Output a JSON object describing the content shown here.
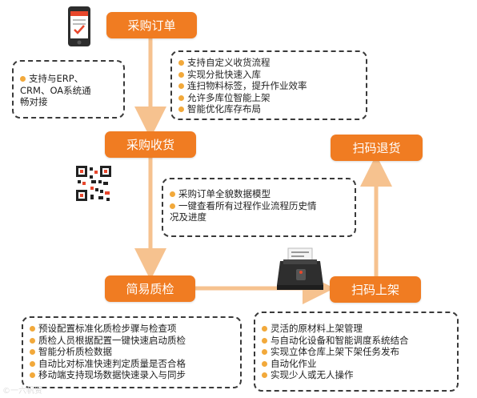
{
  "nodes": {
    "purchase_order": "采购订单",
    "purchase_receipt": "采购收货",
    "simple_qc": "简易质检",
    "scan_shelving": "扫码上架",
    "scan_return": "扫码退货"
  },
  "left_note": {
    "items": [
      "支持与ERP、",
      "CRM、OA系统通",
      "畅对接"
    ]
  },
  "order_note": {
    "items": [
      "支持自定义收货流程",
      "实现分批快速入库",
      "连扫物料标签，提升作业效率",
      "允许多库位智能上架",
      "智能优化库存布局"
    ]
  },
  "receipt_note": {
    "items": [
      "采购订单全貌数据模型",
      "一键查看所有过程作业流程历史情",
      "况及进度"
    ]
  },
  "qc_note": {
    "items": [
      "预设配置标准化质检步骤与检查项",
      "质检人员根据配置一键快速启动质检",
      "智能分析质检数据",
      "自动比对标准快速判定质量是否合格",
      "移动端支持现场数据快速录入与同步"
    ]
  },
  "shelving_note": {
    "items": [
      "灵活的原材料上架管理",
      "与自动化设备和智能调度系统结合",
      "实现立体仓库上架下架任务发布",
      "自动化作业",
      "实现少人或无人操作"
    ]
  },
  "watermark": "©一六帆贤",
  "colors": {
    "accent": "#f07c22",
    "arrow": "#f6c28f",
    "bullet": "#f2a93b"
  }
}
